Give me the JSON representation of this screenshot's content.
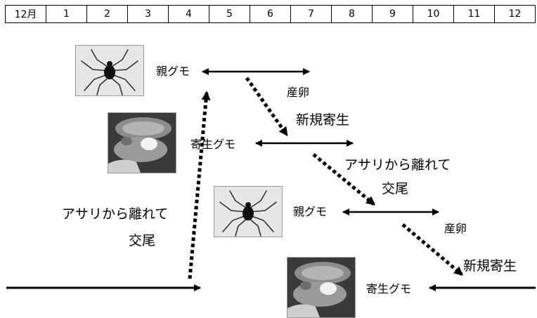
{
  "months": [
    "12月",
    "1",
    "2",
    "3",
    "4",
    "5",
    "6",
    "7",
    "8",
    "9",
    "10",
    "11",
    "12"
  ],
  "labels": {
    "adult_1": "親グモ",
    "egg_1": "産卵",
    "new_parasite_1": "新規寄生",
    "parasitic_1": "寄生グモ",
    "leave_1_line1": "アサリから離れて",
    "leave_1_line2": "交尾",
    "adult_2": "親グモ",
    "egg_2": "産卵",
    "new_parasite_2": "新規寄生",
    "parasitic_2": "寄生グモ",
    "leave_2_line1": "アサリから離れて",
    "leave_2_line2": "交尾"
  },
  "icons": {
    "spider_photo": "sea-spider-photo",
    "clam_photo": "clam-with-spider-photo"
  }
}
